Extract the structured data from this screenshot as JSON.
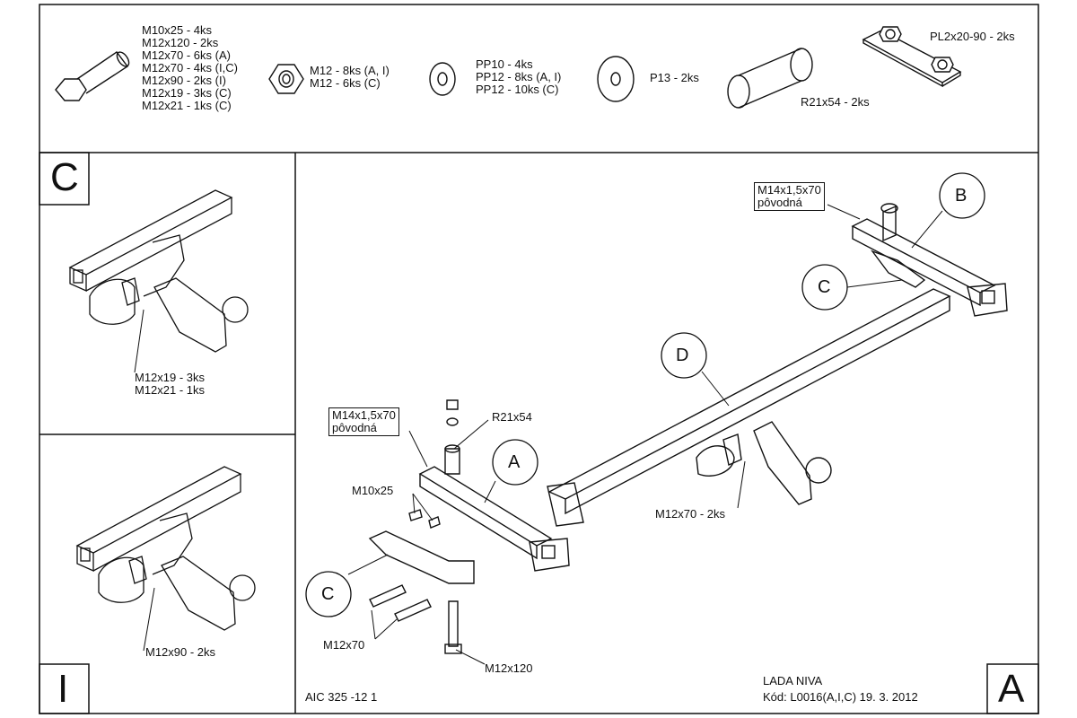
{
  "parts_header": {
    "bolt_list": [
      "M10x25 - 4ks",
      "M12x120 - 2ks",
      "M12x70 - 6ks (A)",
      "M12x70 - 4ks (I,C)",
      "M12x90 - 2ks (I)",
      "M12x19 - 3ks (C)",
      "M12x21 - 1ks (C)"
    ],
    "nut_list": [
      "M12 - 8ks (A, I)",
      "M12 - 6ks (C)"
    ],
    "washer_list": [
      "PP10 - 4ks",
      "PP12 - 8ks (A, I)",
      "PP12 - 10ks (C)"
    ],
    "washer_large": "P13 - 2ks",
    "spacer": "R21x54 - 2ks",
    "plate": "PL2x20-90 - 2ks"
  },
  "panel_c": {
    "letter": "C",
    "labels": [
      "M12x19 - 3ks",
      "M12x21 - 1ks"
    ]
  },
  "panel_i": {
    "letter": "I",
    "label": "M12x90 - 2ks"
  },
  "main": {
    "callout_b": "B",
    "callout_c_right": "C",
    "callout_d": "D",
    "callout_a": "A",
    "callout_c_left": "C",
    "orig_bolt_right": [
      "M14x1,5x70",
      "pôvodná"
    ],
    "orig_bolt_left": [
      "M14x1,5x70",
      "pôvodná"
    ],
    "spacer_label": "R21x54",
    "m10_label": "M10x25",
    "m12x70_left": "M12x70",
    "m12x120": "M12x120",
    "m12x70_right": "M12x70 - 2ks"
  },
  "footer": {
    "code_left": "AIC 325 -12 1",
    "model": "LADA NIVA",
    "kod": "Kód: L0016(A,I,C)  19. 3. 2012",
    "variant": "A"
  },
  "colors": {
    "line": "#111111",
    "background": "#ffffff"
  }
}
